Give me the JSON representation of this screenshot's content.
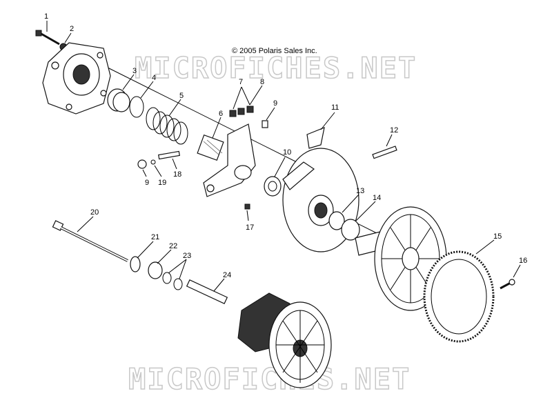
{
  "copyright": "© 2005 Polaris Sales Inc.",
  "watermarks": [
    "MICROFICHES.NET",
    "MICROFICHES.NET"
  ],
  "part_labels": [
    "1",
    "2",
    "3",
    "4",
    "5",
    "6",
    "7",
    "8",
    "9",
    "10",
    "11",
    "12",
    "13",
    "14",
    "15",
    "16",
    "17",
    "18",
    "9",
    "19",
    "20",
    "21",
    "22",
    "23",
    "24"
  ]
}
